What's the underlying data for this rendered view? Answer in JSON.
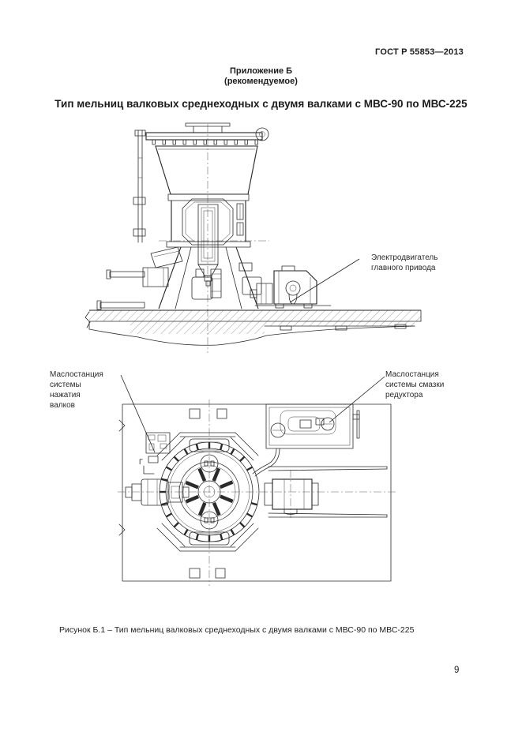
{
  "page": {
    "header": "ГОСТ Р 55853—2013",
    "appendix_title": "Приложение Б",
    "appendix_subtitle": "(рекомендуемое)",
    "title": "Тип мельниц валковых среднеходных с двумя валками с МВС-90 по МВС-225",
    "page_number": "9"
  },
  "figure": {
    "caption": "Рисунок Б.1 – Тип мельниц валковых среднеходных с двумя валками  с МВС-90 по МВС-225",
    "annotations": {
      "motor": "Электродвигатель\nглавного привода",
      "oil_left": "Маслостанция\nсистемы\nнажатия\nвалков",
      "oil_right": "Маслостанция\nсистемы  смазки\nредуктора",
      "section_mark": "Г"
    },
    "colors": {
      "paper": "#ffffff",
      "ink": "#1c1c1c",
      "line": "#2b2b2b"
    }
  }
}
